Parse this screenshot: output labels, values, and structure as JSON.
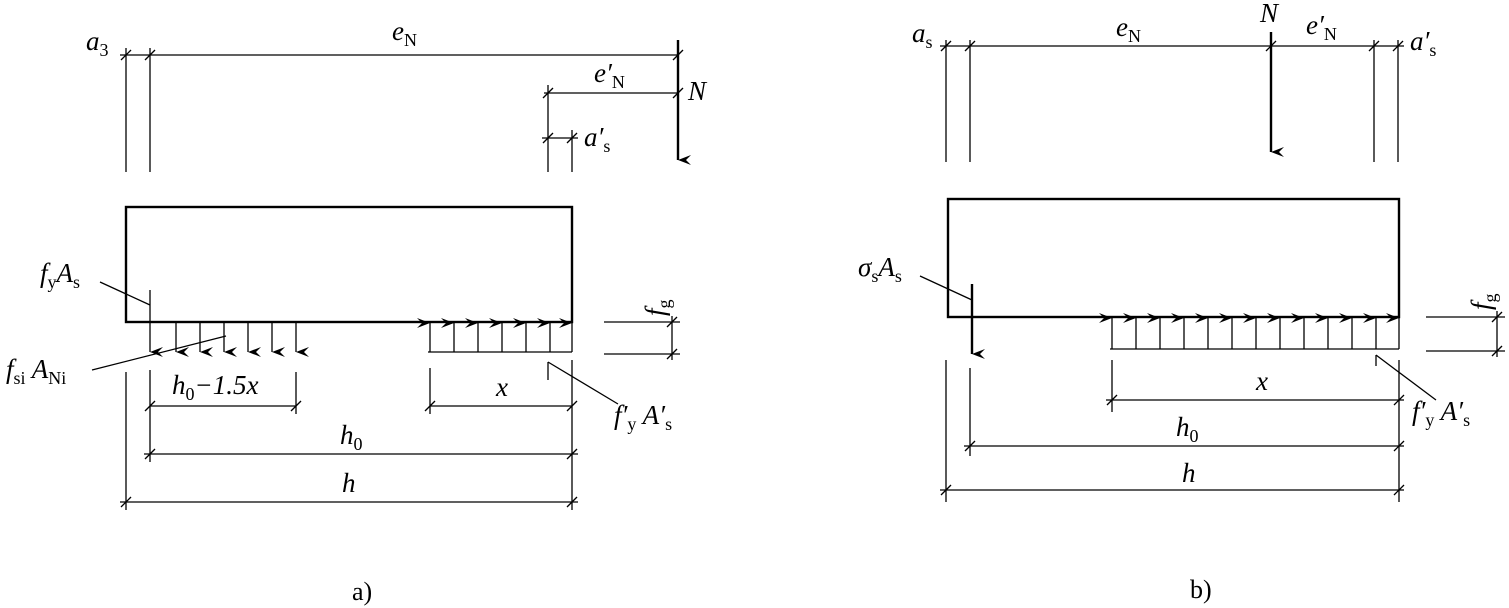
{
  "diagram": {
    "panel_a": {
      "caption": "a)",
      "labels": {
        "a3": {
          "main": "a",
          "sub": "3"
        },
        "eN": {
          "main": "e",
          "sub": "N"
        },
        "eN_prime": {
          "main": "e′",
          "sub": "N"
        },
        "N": {
          "main": "N"
        },
        "as_prime": {
          "main": "a′",
          "sub": "s"
        },
        "fyAs": {
          "m1": "f",
          "s1": "y",
          "m2": "A",
          "s2": "s"
        },
        "fsiANi": {
          "m1": "f",
          "s1": "si",
          "m2": " A",
          "s2": "Ni"
        },
        "h0_minus": {
          "main": "h",
          "sub": "0",
          "rest": "−1.5x"
        },
        "x": {
          "main": "x"
        },
        "fy_As_prime": {
          "m1": "f′",
          "s1": "y",
          "m2": " A′",
          "s2": "s"
        },
        "fg": {
          "main": "f",
          "sub": "g"
        },
        "h0": {
          "main": "h",
          "sub": "0"
        },
        "h": {
          "main": "h"
        }
      }
    },
    "panel_b": {
      "caption": "b)",
      "labels": {
        "as": {
          "main": "a",
          "sub": "s"
        },
        "eN": {
          "main": "e",
          "sub": "N"
        },
        "N": {
          "main": "N"
        },
        "eN_prime": {
          "main": "e′",
          "sub": "N"
        },
        "as_prime": {
          "main": "a′",
          "sub": "s"
        },
        "sigmasAs": {
          "m1": "σ",
          "s1": "s",
          "m2": "A",
          "s2": "s"
        },
        "fg": {
          "main": "f",
          "sub": "g"
        },
        "x": {
          "main": "x"
        },
        "fy_As_prime": {
          "m1": "f′",
          "s1": "y",
          "m2": " A′",
          "s2": "s"
        },
        "h0": {
          "main": "h",
          "sub": "0"
        },
        "h": {
          "main": "h"
        }
      }
    }
  }
}
